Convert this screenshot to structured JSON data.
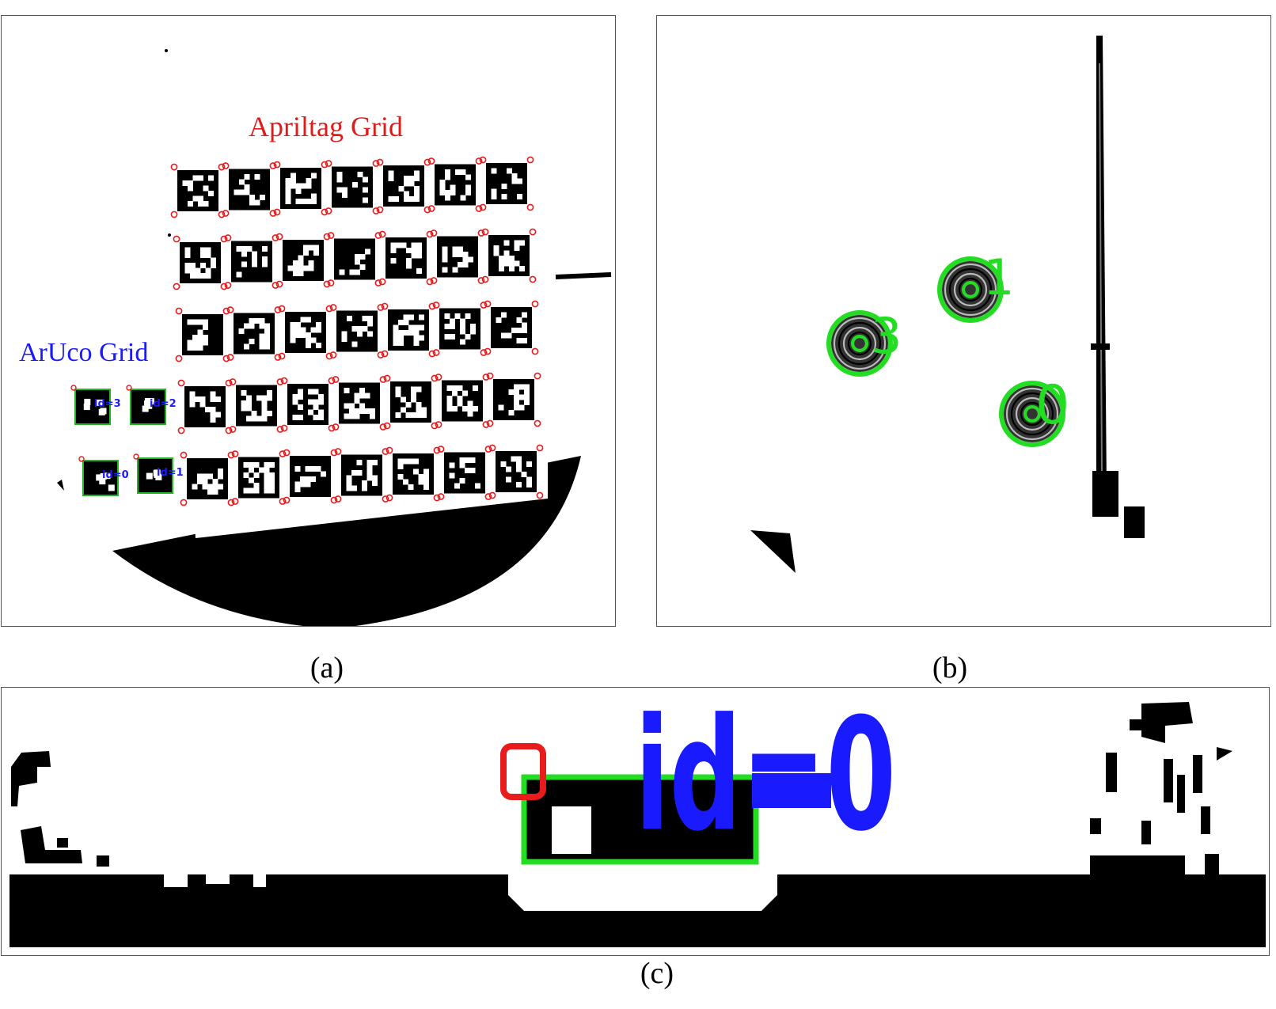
{
  "panel_a": {
    "apriltag_label": "Apriltag Grid",
    "aruco_label": "ArUco Grid",
    "aruco_ids": [
      "id=3",
      "id=2",
      "id=0",
      "id=1"
    ],
    "apriltag_rows": 5,
    "apriltag_cols": 7
  },
  "panel_b": {
    "marker_ids": [
      "1",
      "3",
      "0"
    ]
  },
  "panel_c": {
    "marker_label": "id=0"
  },
  "captions": {
    "a": "(a)",
    "b": "(b)",
    "c": "(c)"
  },
  "colors": {
    "apriltag_label": "#e01b1b",
    "aruco_label": "#1a1aff",
    "corner_circle": "#e81c1c",
    "aruco_border": "#22b522",
    "marker_green": "#22dd22",
    "id_blue": "#1a1aff",
    "ink": "#000000"
  }
}
